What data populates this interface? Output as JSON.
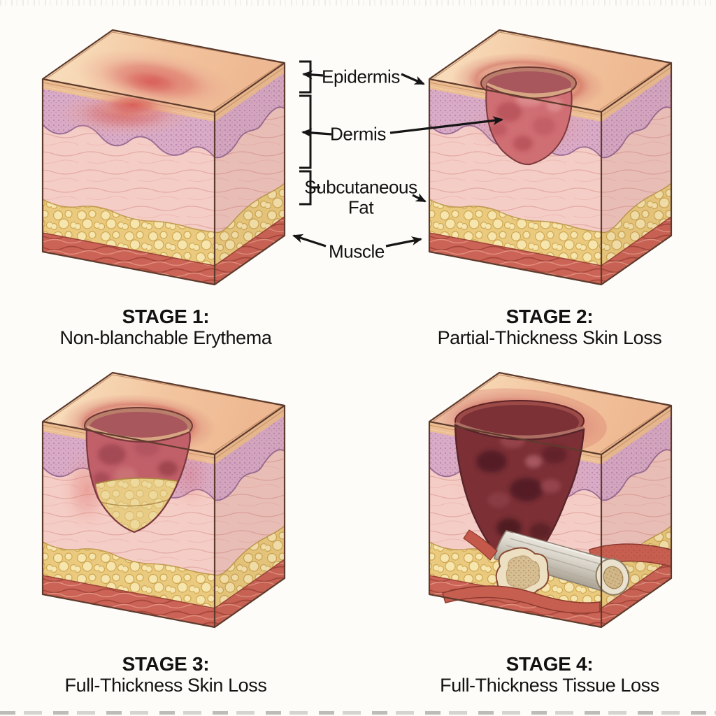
{
  "layer_labels": {
    "epidermis": "Epidermis",
    "dermis": "Dermis",
    "subcutaneous_line1": "Subcutaneous",
    "subcutaneous_line2": "Fat",
    "muscle": "Muscle"
  },
  "stages": [
    {
      "stage": 1,
      "title": "STAGE 1:",
      "subtitle": "Non-blanchable Erythema"
    },
    {
      "stage": 2,
      "title": "STAGE 2:",
      "subtitle": "Partial-Thickness Skin Loss"
    },
    {
      "stage": 3,
      "title": "STAGE 3:",
      "subtitle": "Full-Thickness Skin Loss"
    },
    {
      "stage": 4,
      "title": "STAGE 4:",
      "subtitle": "Full-Thickness Tissue Loss"
    }
  ],
  "colors": {
    "background": "#fdfcf9",
    "text": "#121212",
    "skin_surface": "#f2c49e",
    "epidermis_band": "#ecbd92",
    "papillary_dermis": "#d9abc6",
    "dermis": "#f5cdc7",
    "subcutaneous_fat": "#eaca7e",
    "muscle": "#cb6356",
    "erythema": "#d85c55",
    "wound_stage2": "#cf6e73",
    "wound_stage3": "#c2606a",
    "wound_stage4": "#7c3036",
    "bone": "#ecdfc2",
    "tendon": "#e8e4dc"
  }
}
